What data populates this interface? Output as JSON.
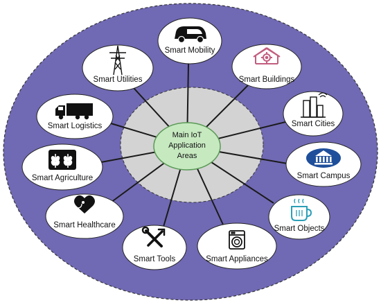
{
  "colors": {
    "outer_fill": "#7069b3",
    "inner_fill": "#d3d3d3",
    "center_fill": "#c6e9c0",
    "center_stroke": "#5a9a55",
    "node_fill": "#ffffff",
    "line": "#1a1a1a",
    "campus_blue": "#1f4f9b",
    "buildings_pink": "#c25d7e",
    "objects_teal": "#2b9fb7"
  },
  "center": {
    "line1": "Main IoT",
    "line2": "Application",
    "line3": "Areas"
  },
  "nodes": [
    {
      "id": "mobility",
      "label": "Smart Mobility",
      "icon": "car-icon"
    },
    {
      "id": "buildings",
      "label": "Smart Buildings",
      "icon": "building-gear-icon"
    },
    {
      "id": "cities",
      "label": "Smart Cities",
      "icon": "city-icon"
    },
    {
      "id": "campus",
      "label": "Smart Campus",
      "icon": "campus-icon"
    },
    {
      "id": "objects",
      "label": "Smart Objects",
      "icon": "smart-cup-icon"
    },
    {
      "id": "appliances",
      "label": "Smart Appliances",
      "icon": "washing-machine-icon"
    },
    {
      "id": "tools",
      "label": "Smart Tools",
      "icon": "tools-icon"
    },
    {
      "id": "healthcare",
      "label": "Smart Healthcare",
      "icon": "stethoscope-heart-icon"
    },
    {
      "id": "agriculture",
      "label": "Smart Agriculture",
      "icon": "wheat-icon"
    },
    {
      "id": "logistics",
      "label": "Smart Logistics",
      "icon": "truck-icon"
    },
    {
      "id": "utilities",
      "label": "Smart Utilities",
      "icon": "power-tower-icon"
    }
  ]
}
